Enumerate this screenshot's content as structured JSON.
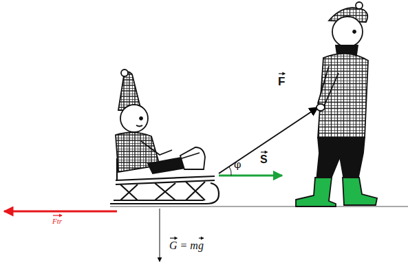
{
  "diagram": {
    "labels": [
      "F",
      "S",
      "φ",
      "Ftr",
      "G = mg"
    ]
  }
}
